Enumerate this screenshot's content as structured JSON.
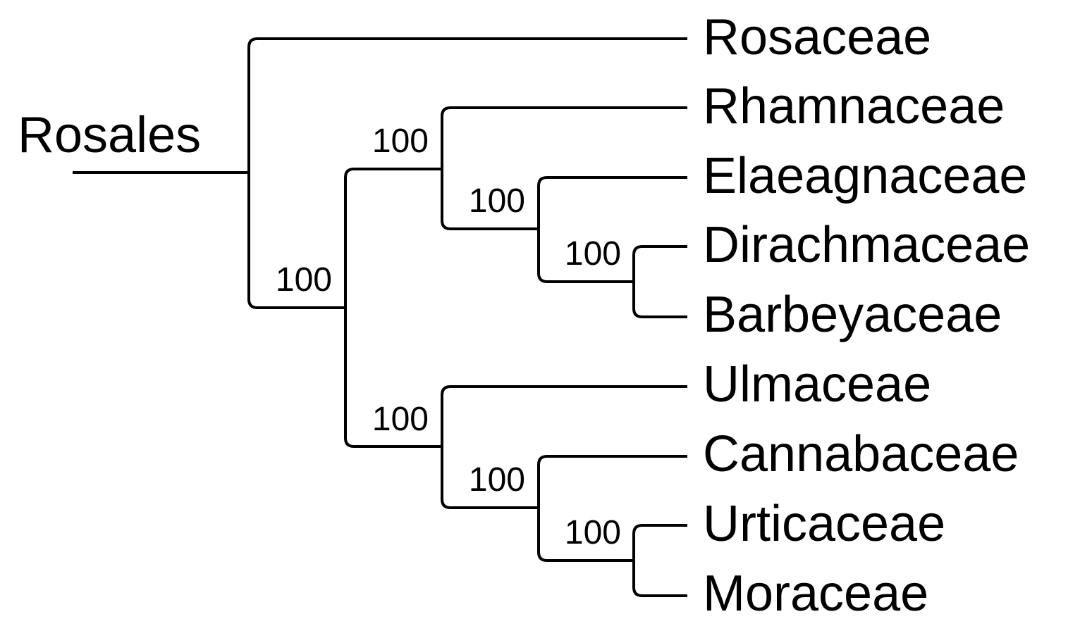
{
  "root_label": "Rosales",
  "taxa": {
    "rosaceae": "Rosaceae",
    "rhamnaceae": "Rhamnaceae",
    "elaeagnaceae": "Elaeagnaceae",
    "dirachmaceae": "Dirachmaceae",
    "barbeyaceae": "Barbeyaceae",
    "ulmaceae": "Ulmaceae",
    "cannabaceae": "Cannabaceae",
    "urticaceae": "Urticaceae",
    "moraceae": "Moraceae"
  },
  "support": {
    "core_clade": "100",
    "rhamnaceae_clade": "100",
    "elaeagnaceae_clade": "100",
    "dirachmaceae_barbeyaceae": "100",
    "urticalean_clade": "100",
    "cannabaceae_clade": "100",
    "urticaceae_moraceae": "100"
  },
  "colors": {
    "line": "#000000",
    "text": "#000000",
    "background": "#ffffff"
  }
}
